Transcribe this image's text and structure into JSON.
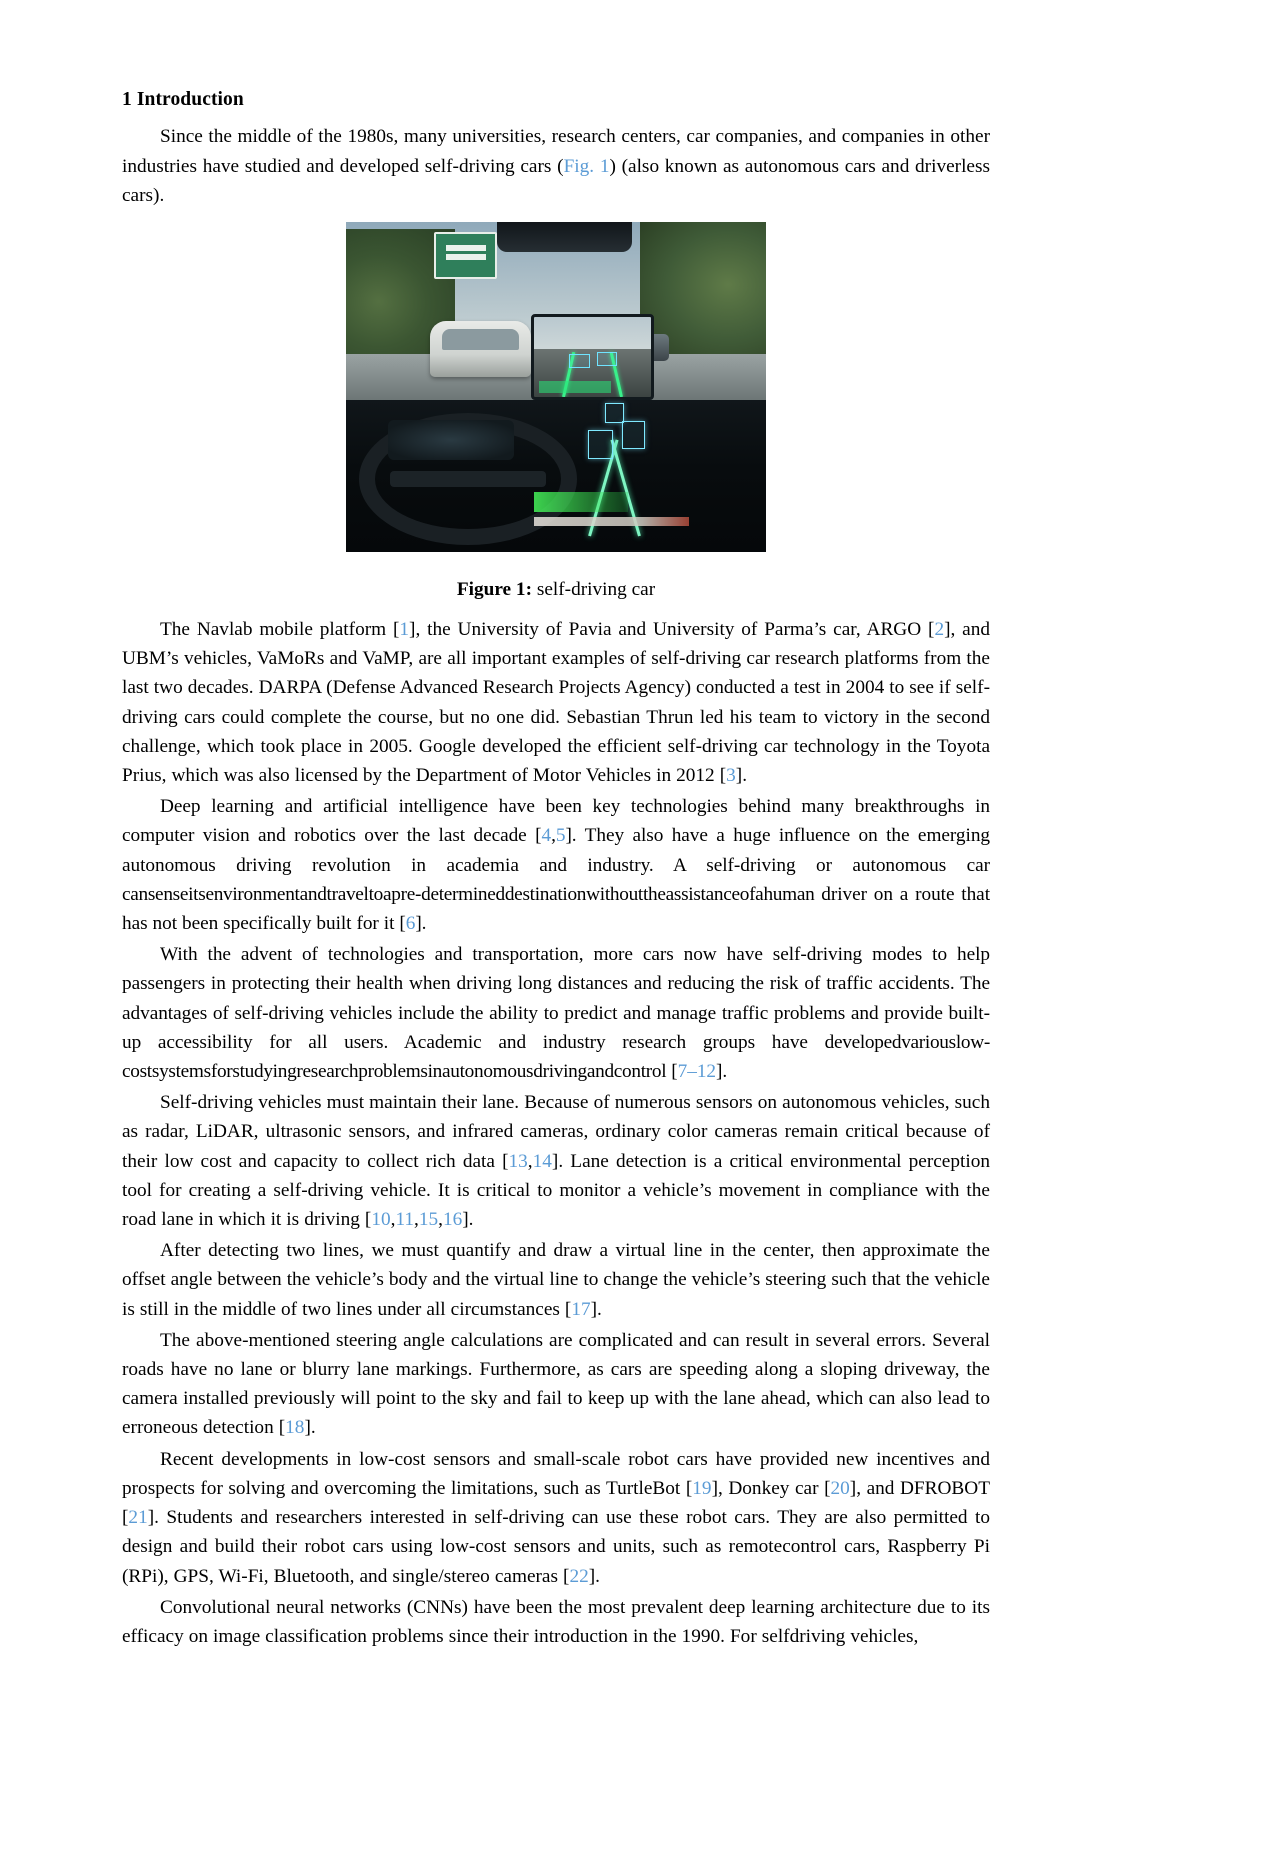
{
  "document": {
    "section_heading": "1 Introduction",
    "figure": {
      "caption_label": "Figure 1:",
      "caption_text": " self-driving car",
      "alt_semantic": "dashcam-view-self-driving-car"
    },
    "colors": {
      "citation_link": "#5b9bd5",
      "text": "#000000",
      "page_background": "#ffffff"
    },
    "paragraphs": [
      {
        "id": "p1",
        "runs": [
          {
            "t": "Since the middle of the 1980s, many universities, research centers, car companies, and companies in other industries have studied and developed self-driving cars ("
          },
          {
            "t": "Fig. 1",
            "cite": true
          },
          {
            "t": ") (also known as autonomous cars and driverless cars)."
          }
        ]
      },
      {
        "id": "p2",
        "runs": [
          {
            "t": "The Navlab mobile platform ["
          },
          {
            "t": "1",
            "cite": true
          },
          {
            "t": "], the University of Pavia and University of Parma’s car, ARGO ["
          },
          {
            "t": "2",
            "cite": true
          },
          {
            "t": "], and UBM’s vehicles, VaMoRs and VaMP, are all important examples of self-driving car research platforms from the last two decades. DARPA (Defense Advanced Research Projects Agency) conducted a test in 2004 to see if self-driving cars could complete the course, but no one did. Sebastian Thrun led his team to victory in the second challenge, which took place in 2005. Google developed the efficient self-driving car technology in the Toyota Prius, which was also licensed by the Department of Motor Vehicles in 2012 ["
          },
          {
            "t": "3",
            "cite": true
          },
          {
            "t": "]."
          }
        ]
      },
      {
        "id": "p3",
        "runs": [
          {
            "t": "Deep learning and artificial intelligence have been key technologies behind many breakthroughs in computer vision and robotics over the last decade ["
          },
          {
            "t": "4",
            "cite": true
          },
          {
            "t": ","
          },
          {
            "t": "5",
            "cite": true
          },
          {
            "t": "]. They also have a huge influence on the emerging autonomous driving revolution in academia and industry. A self-driving or autonomous car "
          },
          {
            "t": "cansenseitsenvironmentandtraveltoapre-determineddestinationwithouttheassistanceofahuman",
            "runon": true
          },
          {
            "t": " driver on a route that has not been specifically built for it ["
          },
          {
            "t": "6",
            "cite": true
          },
          {
            "t": "]."
          }
        ]
      },
      {
        "id": "p4",
        "runs": [
          {
            "t": "With the advent of technologies and transportation, more cars now have self-driving modes to help passengers in protecting their health when driving long distances and reducing the risk of traffic accidents. The advantages of self-driving vehicles include the ability to predict and manage traffic problems and provide built-up accessibility for all users. Academic and industry research groups have "
          },
          {
            "t": "developedvariouslow-costsystemsforstudyingresearchproblemsinautonomousdrivingandcontrol",
            "runon": true
          },
          {
            "t": " ["
          },
          {
            "t": "7–12",
            "cite": true
          },
          {
            "t": "]."
          }
        ]
      },
      {
        "id": "p5",
        "runs": [
          {
            "t": "Self-driving vehicles must maintain their lane. Because of numerous sensors on autonomous vehicles, such as radar, LiDAR, ultrasonic sensors, and infrared cameras, ordinary color cameras remain critical because of their low cost and capacity to collect rich data ["
          },
          {
            "t": "13",
            "cite": true
          },
          {
            "t": ","
          },
          {
            "t": "14",
            "cite": true
          },
          {
            "t": "]. Lane detection is a critical environmental perception tool for creating a self-driving vehicle. It is critical to monitor a vehicle’s movement in compliance with the road lane in which it is driving ["
          },
          {
            "t": "10",
            "cite": true
          },
          {
            "t": ","
          },
          {
            "t": "11",
            "cite": true
          },
          {
            "t": ","
          },
          {
            "t": "15",
            "cite": true
          },
          {
            "t": ","
          },
          {
            "t": "16",
            "cite": true
          },
          {
            "t": "]."
          }
        ]
      },
      {
        "id": "p6",
        "runs": [
          {
            "t": "After detecting two lines, we must quantify and draw a virtual line in the center, then approximate the offset angle between the vehicle’s body and the virtual line to change the vehicle’s steering such that the vehicle is still in the middle of two lines under all circumstances ["
          },
          {
            "t": "17",
            "cite": true
          },
          {
            "t": "]."
          }
        ]
      },
      {
        "id": "p7",
        "runs": [
          {
            "t": "The above-mentioned steering angle calculations are complicated and can result in several errors. Several roads have no lane or blurry lane markings. Furthermore, as cars are speeding along a sloping driveway, the camera installed previously will point to the sky and fail to keep up with the lane ahead, which can also lead to erroneous detection ["
          },
          {
            "t": "18",
            "cite": true
          },
          {
            "t": "]."
          }
        ]
      },
      {
        "id": "p8",
        "runs": [
          {
            "t": "Recent developments in low-cost sensors and small-scale robot cars have provided new incentives and prospects for solving and overcoming the limitations, such as TurtleBot ["
          },
          {
            "t": "19",
            "cite": true
          },
          {
            "t": "], Donkey car ["
          },
          {
            "t": "20",
            "cite": true
          },
          {
            "t": "], and DFROBOT ["
          },
          {
            "t": "21",
            "cite": true
          },
          {
            "t": "]. Students and researchers interested in self-driving can use these robot cars. They are also permitted to design and build their robot cars using low-cost sensors and units, such as remotecontrol cars, Raspberry Pi (RPi), GPS, Wi-Fi, Bluetooth, and single/stereo cameras ["
          },
          {
            "t": "22",
            "cite": true
          },
          {
            "t": "]."
          }
        ]
      },
      {
        "id": "p9",
        "runs": [
          {
            "t": "Convolutional neural networks (CNNs) have been the most prevalent deep learning architecture due to its efficacy on image classification problems since their introduction in the 1990. For selfdriving vehicles,"
          }
        ]
      }
    ]
  }
}
